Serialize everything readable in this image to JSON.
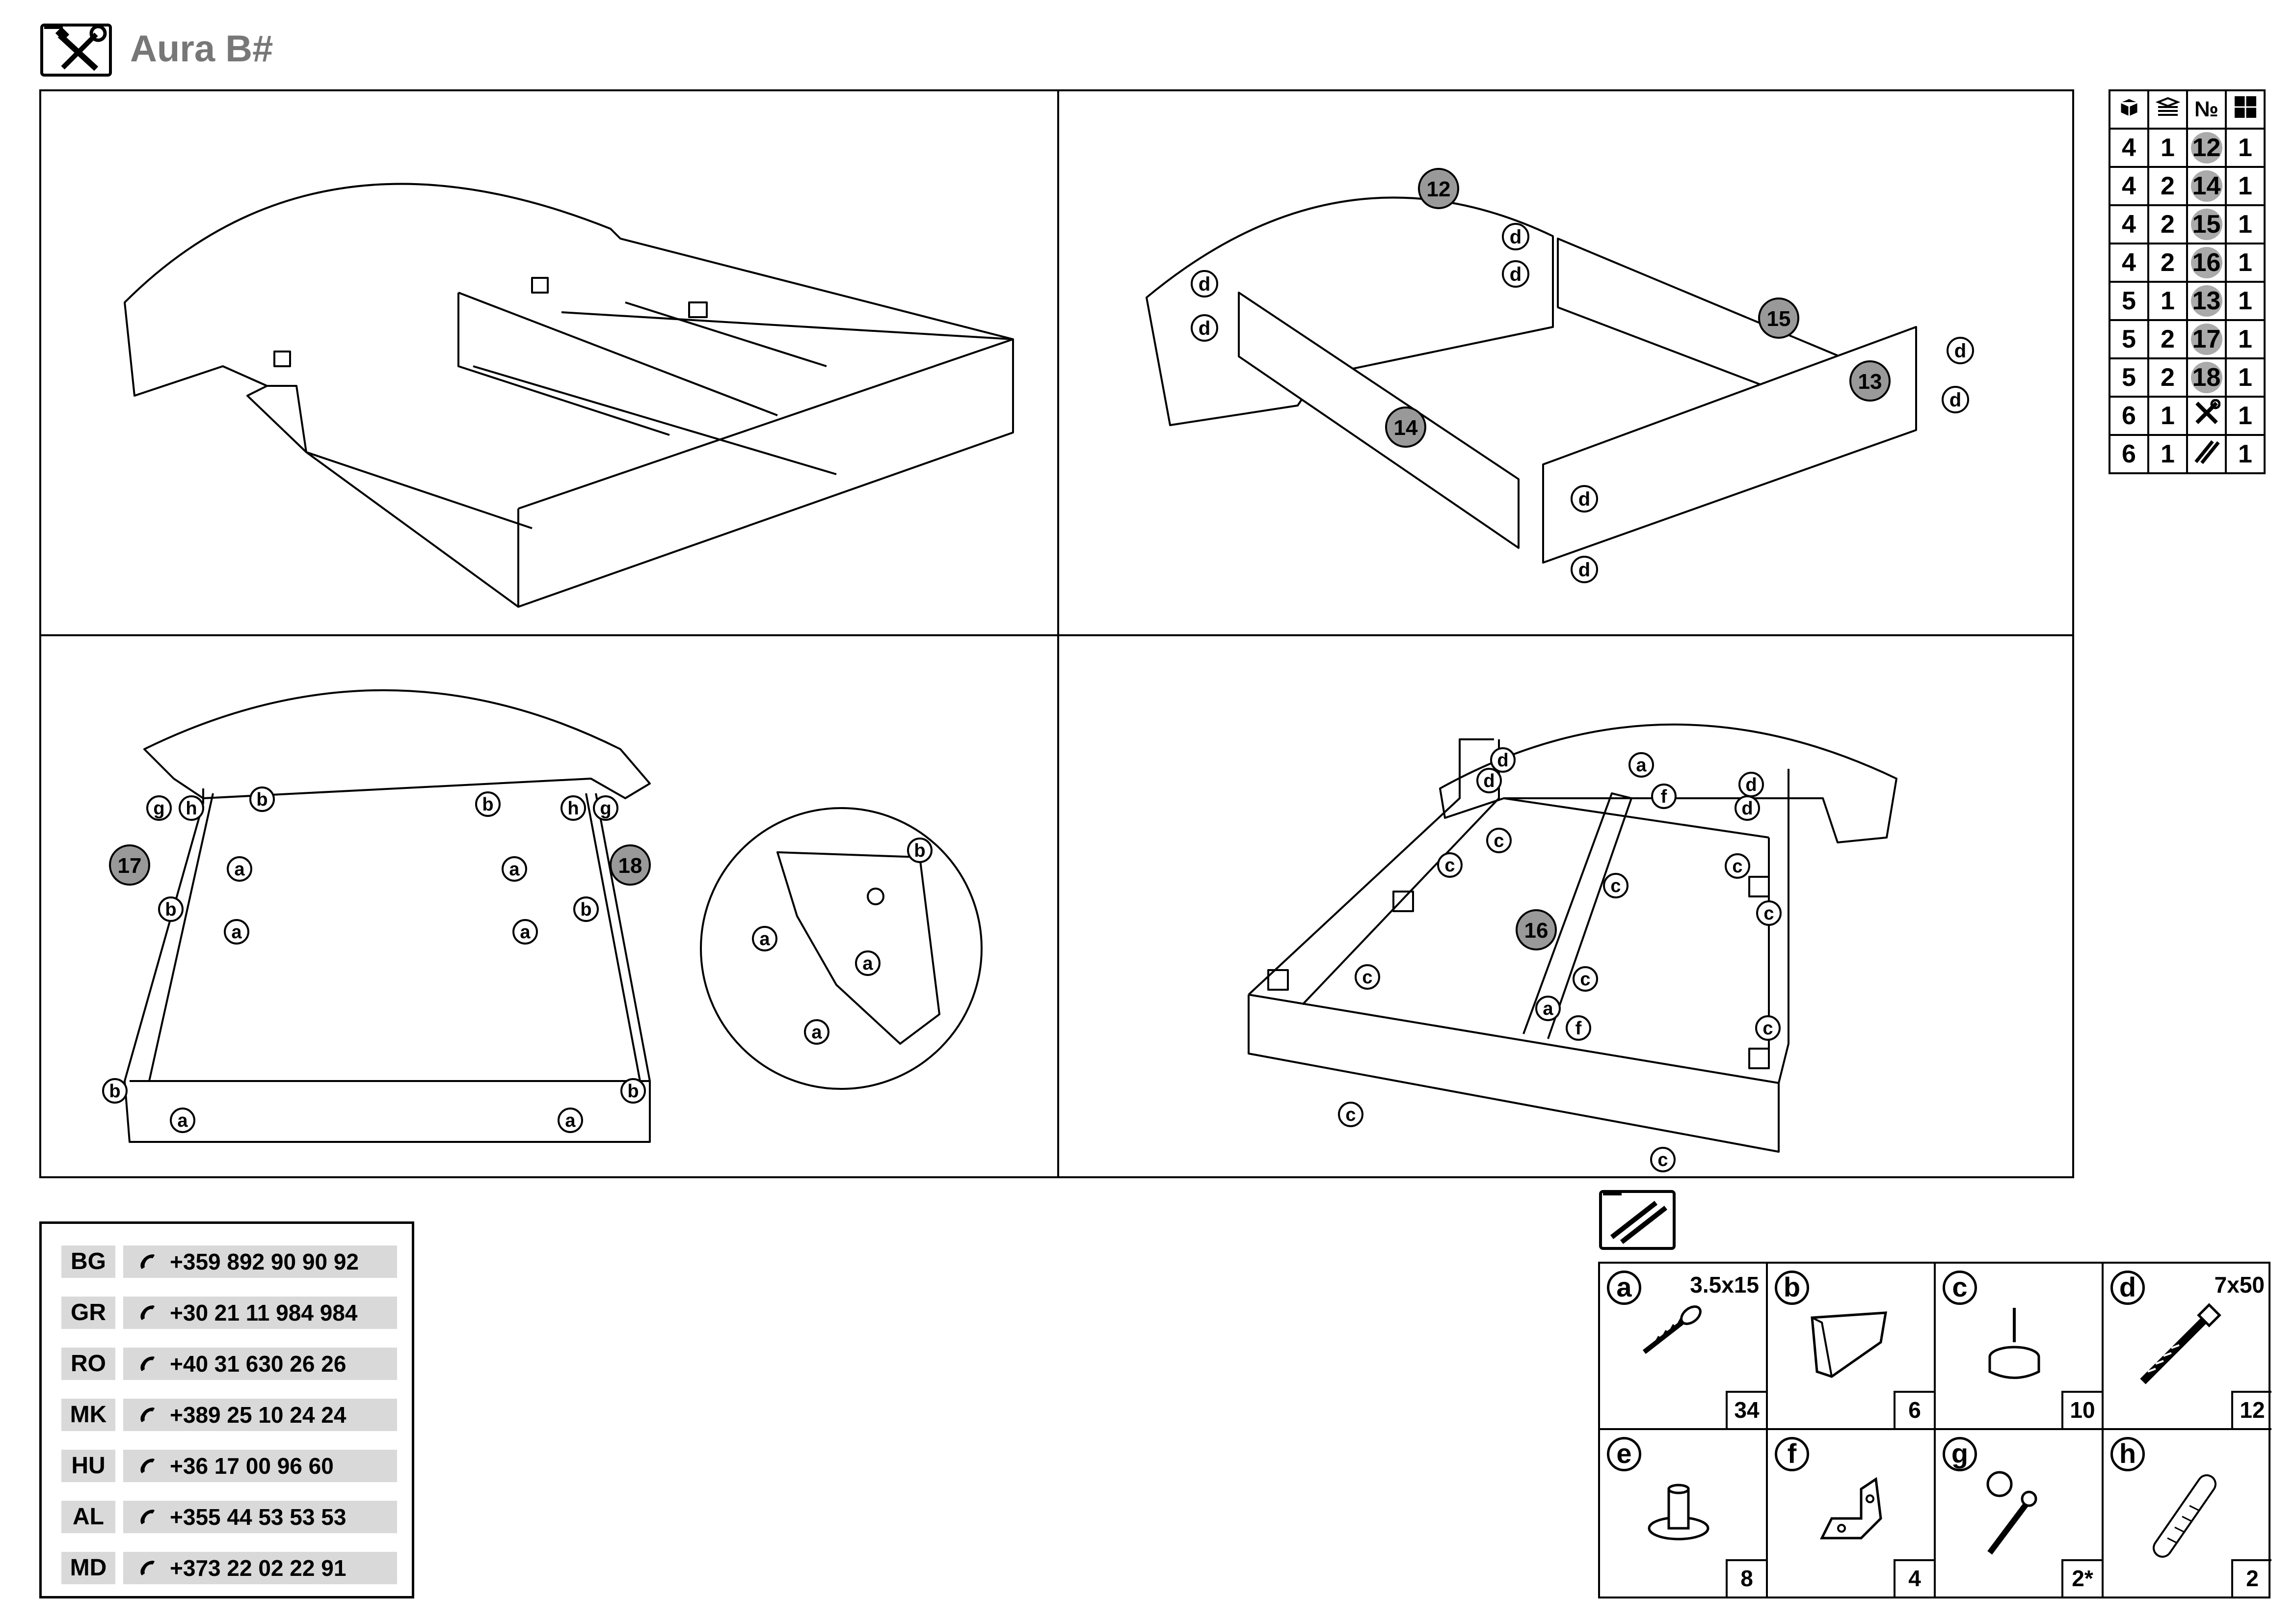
{
  "header": {
    "title": "Aura B#",
    "tool_icon": "tools-icon"
  },
  "parts_table": {
    "header_icons": [
      "box-icon",
      "stack-icon",
      "number-sign",
      "grid-numbers-icon"
    ],
    "number_header": "№",
    "rows": [
      {
        "box": "4",
        "count": "1",
        "part": "12",
        "qty": "1"
      },
      {
        "box": "4",
        "count": "2",
        "part": "14",
        "qty": "1"
      },
      {
        "box": "4",
        "count": "2",
        "part": "15",
        "qty": "1"
      },
      {
        "box": "4",
        "count": "2",
        "part": "16",
        "qty": "1"
      },
      {
        "box": "5",
        "count": "1",
        "part": "13",
        "qty": "1"
      },
      {
        "box": "5",
        "count": "2",
        "part": "17",
        "qty": "1"
      },
      {
        "box": "5",
        "count": "2",
        "part": "18",
        "qty": "1"
      },
      {
        "box": "6",
        "count": "1",
        "part": "tools-icon",
        "qty": "1"
      },
      {
        "box": "6",
        "count": "1",
        "part": "screws-icon",
        "qty": "1"
      }
    ]
  },
  "contacts": [
    {
      "code": "BG",
      "phone": "+359 892 90 90 92"
    },
    {
      "code": "GR",
      "phone": "+30 21 11 984 984"
    },
    {
      "code": "RO",
      "phone": "+40 31 630 26 26"
    },
    {
      "code": "MK",
      "phone": "+389 25 10 24 24"
    },
    {
      "code": "HU",
      "phone": "+36 17 00 96 60"
    },
    {
      "code": "AL",
      "phone": "+355 44 53 53 53"
    },
    {
      "code": "MD",
      "phone": "+373 22 02 22 91"
    }
  ],
  "hardware": [
    {
      "letter": "a",
      "size": "3.5x15",
      "qty": "34",
      "icon": "screw-icon"
    },
    {
      "letter": "b",
      "size": "",
      "qty": "6",
      "icon": "corner-bracket-icon"
    },
    {
      "letter": "c",
      "size": "",
      "qty": "10",
      "icon": "glide-foot-icon"
    },
    {
      "letter": "d",
      "size": "7x50",
      "qty": "12",
      "icon": "confirmat-screw-icon"
    },
    {
      "letter": "e",
      "size": "",
      "qty": "8",
      "icon": "shelf-pin-icon"
    },
    {
      "letter": "f",
      "size": "",
      "qty": "4",
      "icon": "angle-bracket-icon"
    },
    {
      "letter": "g",
      "size": "",
      "qty": "2*",
      "icon": "cam-lock-icon"
    },
    {
      "letter": "h",
      "size": "",
      "qty": "2",
      "icon": "dowel-icon"
    }
  ],
  "steps": {
    "step1": {
      "labels": []
    },
    "step2": {
      "parts": [
        "12",
        "15",
        "14",
        "13"
      ],
      "fastener": "d"
    },
    "step3": {
      "parts": [
        "17",
        "18"
      ],
      "fasteners": [
        "a",
        "b",
        "g",
        "h"
      ]
    },
    "step4": {
      "parts": [
        "16"
      ],
      "fasteners": [
        "a",
        "c",
        "d",
        "f"
      ]
    }
  }
}
